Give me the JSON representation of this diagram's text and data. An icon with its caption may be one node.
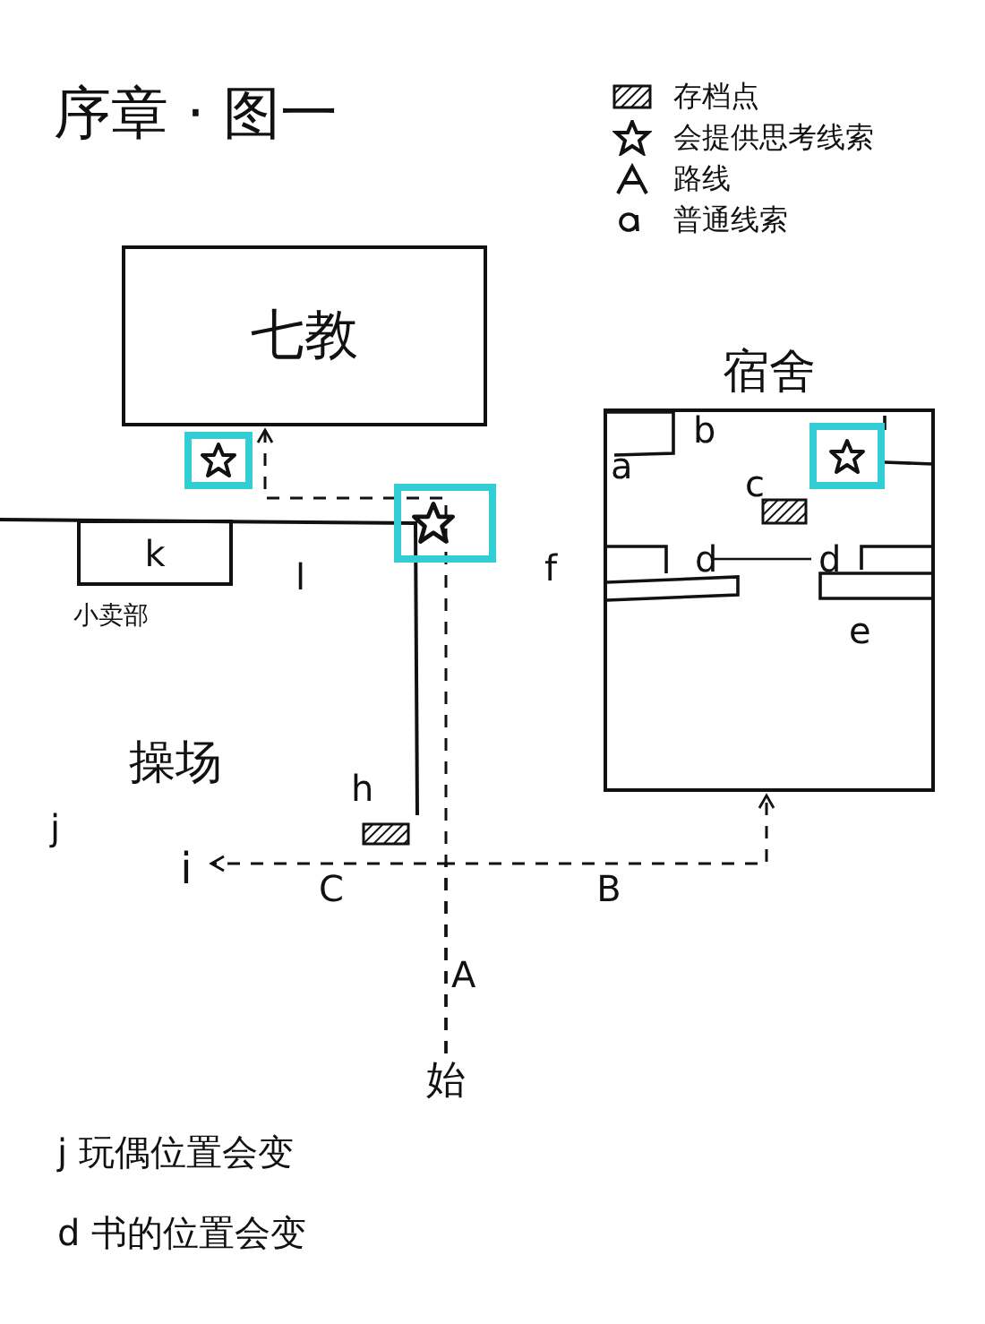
{
  "diagram": {
    "title": "序章 · 图一",
    "nodes": [
      {
        "text": [
          "七教"
        ]
      },
      {
        "text": [
          "宿舍"
        ]
      },
      {
        "text": [
          "k"
        ],
        "beside": [
          "小卖部"
        ]
      },
      {
        "text": [
          "始"
        ]
      },
      {
        "text": [
          "i"
        ]
      }
    ],
    "edges": [
      {
        "from": 3,
        "to": 4,
        "arrow": "to",
        "label": "C",
        "style": "dashed"
      },
      {
        "from": 3,
        "to": 1,
        "arrow": "to",
        "label": "B",
        "style": "dashed"
      },
      {
        "from": 3,
        "to": 0,
        "arrow": "to",
        "style": "dashed"
      }
    ],
    "labels": [
      "b",
      "a",
      "c",
      "f",
      "d",
      "d",
      "l",
      "e",
      "操场",
      "j",
      "h",
      "A",
      "j 玩偶位置会变",
      "d 书的位置会变"
    ],
    "legend": [
      {
        "text": "存档点"
      },
      {
        "text": "会提供思考线索"
      },
      {
        "text": "路线"
      },
      {
        "text": "普通线索"
      }
    ]
  }
}
